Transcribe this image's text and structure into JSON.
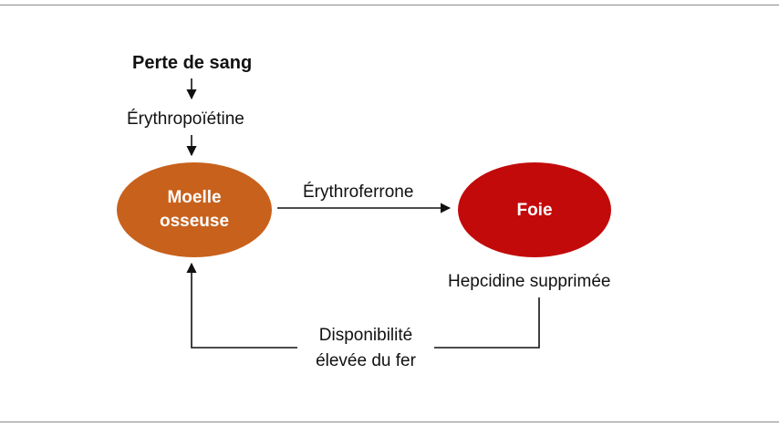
{
  "nodes": {
    "blood_loss": "Perte de sang",
    "erythropoietin": "Érythropoïétine",
    "bone_marrow": [
      "Moelle",
      "osseuse"
    ],
    "liver": "Foie"
  },
  "edges": {
    "erythroferrone": "Érythroferrone",
    "hepcidin": "Hepcidine supprimée",
    "iron_availability": [
      "Disponibilité",
      "élevée du fer"
    ]
  },
  "colors": {
    "bone_marrow": "#c8611c",
    "liver": "#c30a0a",
    "arrow": "#111111",
    "rule": "#8a8a8a"
  }
}
